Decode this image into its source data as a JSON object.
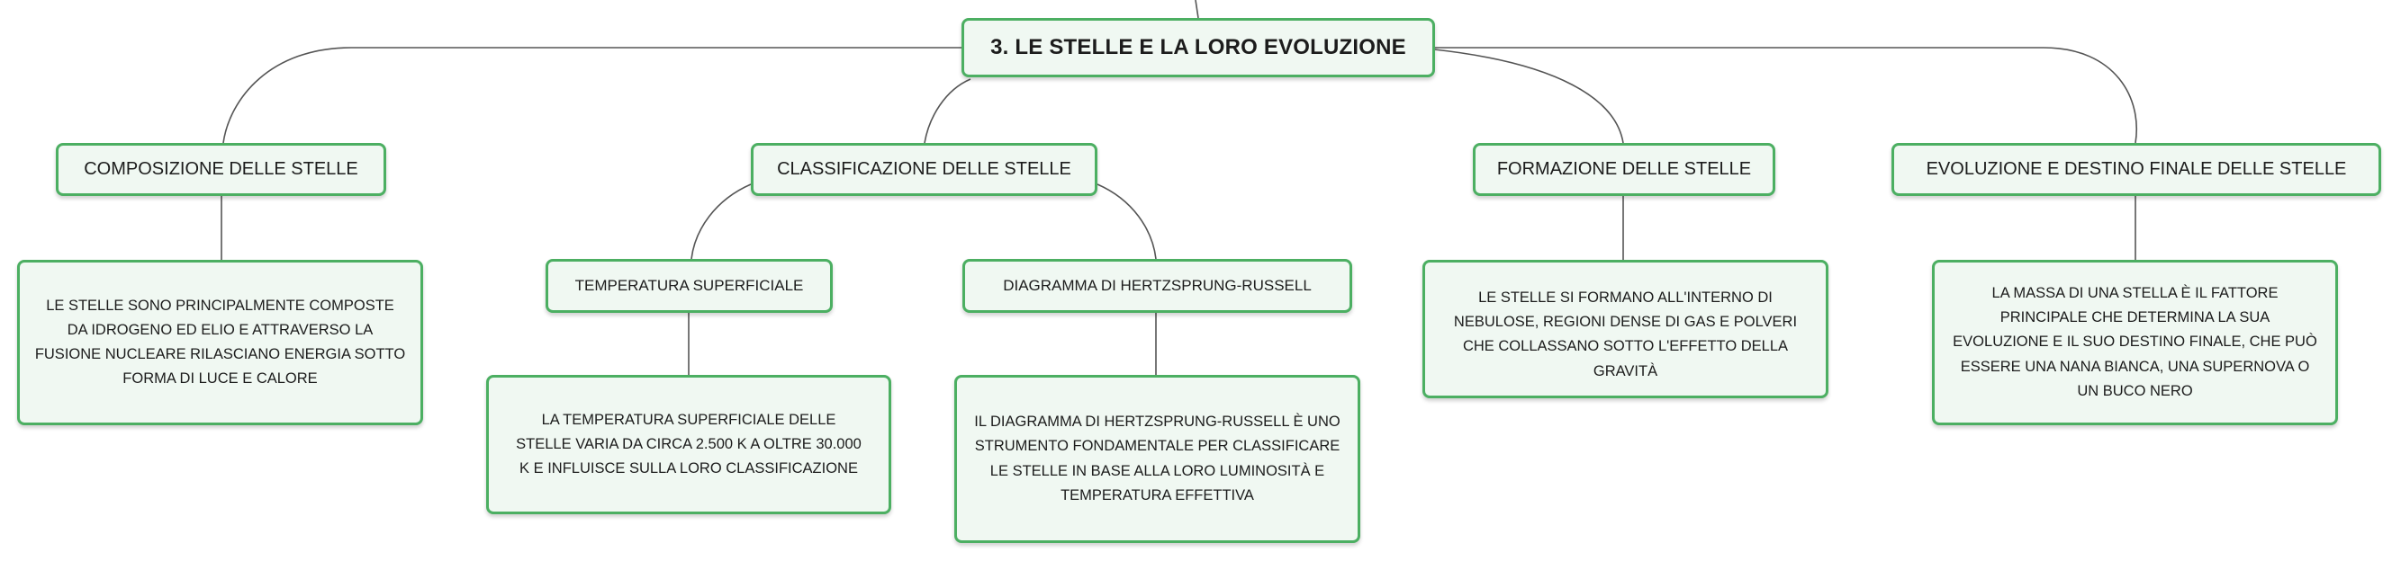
{
  "root": {
    "title": "3. LE STELLE E LA LORO EVOLUZIONE"
  },
  "branches": {
    "composizione": {
      "title": "COMPOSIZIONE DELLE STELLE",
      "text": "LE STELLE SONO PRINCIPALMENTE COMPOSTE DA IDROGENO ED ELIO E ATTRAVERSO LA FUSIONE NUCLEARE RILASCIANO ENERGIA SOTTO FORMA DI LUCE E CALORE"
    },
    "classificazione": {
      "title": "CLASSIFICAZIONE DELLE STELLE",
      "temperatura": {
        "title": "TEMPERATURA SUPERFICIALE",
        "text": "LA TEMPERATURA SUPERFICIALE DELLE STELLE VARIA DA CIRCA 2.500 K A OLTRE 30.000 K E INFLUISCE SULLA LORO CLASSIFICAZIONE"
      },
      "diagramma": {
        "title": "DIAGRAMMA DI HERTZSPRUNG-RUSSELL",
        "text": "IL DIAGRAMMA DI HERTZSPRUNG-RUSSELL È UNO STRUMENTO FONDAMENTALE PER CLASSIFICARE LE STELLE IN BASE ALLA LORO LUMINOSITÀ E TEMPERATURA EFFETTIVA"
      }
    },
    "formazione": {
      "title": "FORMAZIONE DELLE STELLE",
      "text": "LE STELLE SI FORMANO ALL'INTERNO DI NEBULOSE, REGIONI DENSE DI GAS E POLVERI CHE COLLASSANO SOTTO L'EFFETTO DELLA GRAVITÀ"
    },
    "evoluzione": {
      "title": "EVOLUZIONE E DESTINO FINALE DELLE STELLE",
      "text": "LA MASSA DI UNA STELLA È IL FATTORE PRINCIPALE CHE DETERMINA LA SUA EVOLUZIONE E IL SUO DESTINO FINALE, CHE PUÒ ESSERE UNA NANA BIANCA, UNA SUPERNOVA O UN BUCO NERO"
    }
  }
}
